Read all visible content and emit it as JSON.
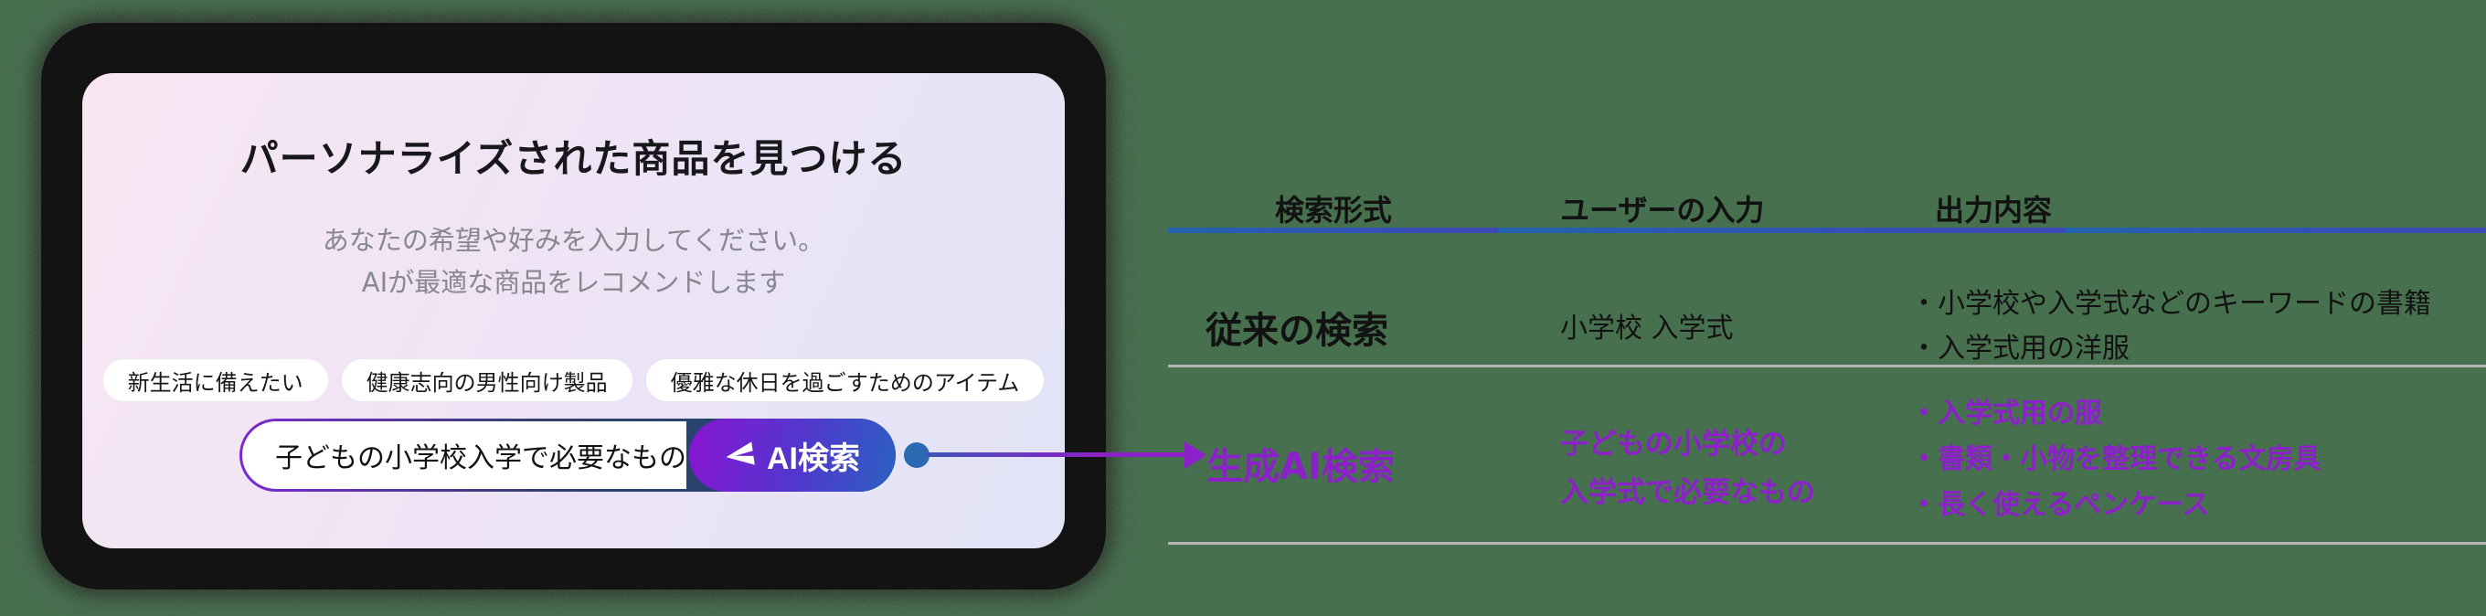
{
  "device": {
    "title": "パーソナライズされた商品を見つける",
    "subtitle_line1": "あなたの希望や好みを入力してください。",
    "subtitle_line2": "AIが最適な商品をレコメンドします",
    "chips": [
      "新生活に備えたい",
      "健康志向の男性向け製品",
      "優雅な休日を過ごすためのアイテム"
    ],
    "search": {
      "query": "子どもの小学校入学で必要なもの",
      "button_label": "AI検索",
      "icon": "send-icon"
    }
  },
  "table": {
    "headers": [
      "検索形式",
      "ユーザーの入力",
      "出力内容"
    ],
    "rows": [
      {
        "type": "従来の検索",
        "input": "小学校 入学式",
        "outputs": [
          "・小学校や入学式などのキーワードの書籍",
          "・入学式用の洋服"
        ]
      },
      {
        "type": "生成AI検索",
        "input_line1": "子どもの小学校の",
        "input_line2": "入学式で必要なもの",
        "outputs": [
          "・入学式用の服",
          "・書類・小物を整理できる文房具",
          "・長く使えるペンケース"
        ]
      }
    ]
  },
  "colors": {
    "background_green": "#47704f",
    "accent_purple": "#8c21c9",
    "header_line_blue_start": "#2262ae",
    "header_line_blue_end": "#3e47b7",
    "button_gradient_start": "#8a15d3",
    "button_gradient_end": "#2b60c2",
    "connector_dot_blue": "#2b6ab2",
    "screen_gradient_start": "#f8e6f2",
    "screen_gradient_end": "#e1e3f7",
    "device_frame": "#131313",
    "divider_gray": "#b5b5b5"
  }
}
